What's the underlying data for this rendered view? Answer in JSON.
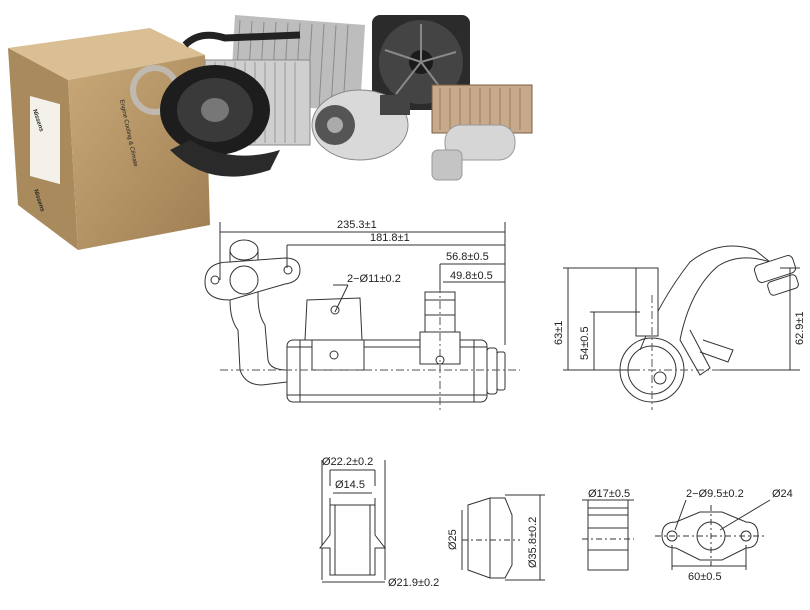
{
  "box": {
    "brand": "Nissens",
    "tagline": "Engine Cooling & Climate"
  },
  "colors": {
    "cardboard": "#b9996a",
    "brand_blue": "#1c4fa0",
    "line": "#333333"
  },
  "main_view": {
    "dim_overall": "235.3±1",
    "dim_flange": "181.8±1",
    "dim_pipe_a": "56.8±0.5",
    "dim_pipe_b": "49.8±0.5",
    "holes": "2−Ø11±0.2"
  },
  "side_view": {
    "dim_63": "63±1",
    "dim_54": "54±0.5",
    "dim_629": "62.9±1"
  },
  "details": {
    "pipe_top": "Ø22.2±0.2",
    "pipe_inner": "Ø14.5",
    "pipe_bottom": "Ø21.9±0.2",
    "cap_small": "Ø25",
    "cap_large": "Ø35.8±0.2",
    "stub": "Ø17±0.5",
    "flange_holes": "2−Ø9.5±0.2",
    "flange_bore": "Ø24",
    "flange_width": "60±0.5"
  }
}
